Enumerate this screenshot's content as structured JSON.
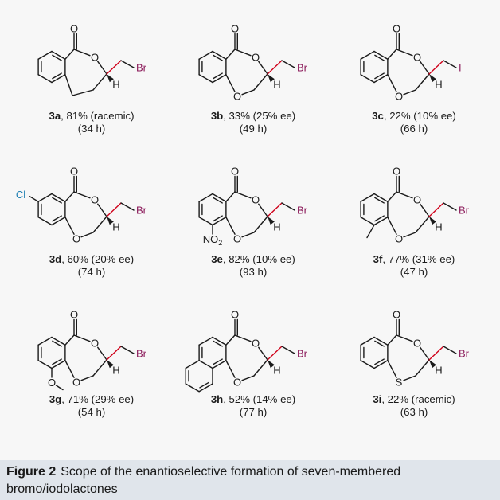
{
  "figure": {
    "label": "Figure 2",
    "caption": "Scope of the enantioselective formation of seven-membered bromo/iodolactones"
  },
  "colors": {
    "bromine": "#8b1a5a",
    "iodine": "#8b1a5a",
    "chlorine": "#1e7fb3",
    "stereo_bond": "#d0021b",
    "bond": "#1a1a1a",
    "caption_bg": "#e0e5eb",
    "panel_bg": "#f7f7f7"
  },
  "compounds": [
    {
      "id": "3a",
      "rest": ", 81% (racemic)",
      "time": "(34 h)",
      "halogen": "Br",
      "linker": "CH2",
      "substituent": null
    },
    {
      "id": "3b",
      "rest": ", 33% (25% ee)",
      "time": "(49 h)",
      "halogen": "Br",
      "linker": "O",
      "substituent": null
    },
    {
      "id": "3c",
      "rest": ", 22% (10% ee)",
      "time": "(66 h)",
      "halogen": "I",
      "linker": "O",
      "substituent": null
    },
    {
      "id": "3d",
      "rest": ", 60% (20% ee)",
      "time": "(74 h)",
      "halogen": "Br",
      "linker": "O",
      "substituent": "Cl"
    },
    {
      "id": "3e",
      "rest": ", 82% (10% ee)",
      "time": "(93 h)",
      "halogen": "Br",
      "linker": "O",
      "substituent": "NO2"
    },
    {
      "id": "3f",
      "rest": ", 77% (31% ee)",
      "time": "(47 h)",
      "halogen": "Br",
      "linker": "O",
      "substituent": "Me"
    },
    {
      "id": "3g",
      "rest": ", 71% (29% ee)",
      "time": "(54 h)",
      "halogen": "Br",
      "linker": "O",
      "substituent": "OMe"
    },
    {
      "id": "3h",
      "rest": ", 52% (14% ee)",
      "time": "(77 h)",
      "halogen": "Br",
      "linker": "O",
      "substituent": "naphtho"
    },
    {
      "id": "3i",
      "rest": ", 22% (racemic)",
      "time": "(63 h)",
      "halogen": "Br",
      "linker": "S",
      "substituent": null
    }
  ],
  "atoms": {
    "carbonyl_o": "O",
    "ring_o": "O",
    "h": "H",
    "sulfur": "S"
  }
}
